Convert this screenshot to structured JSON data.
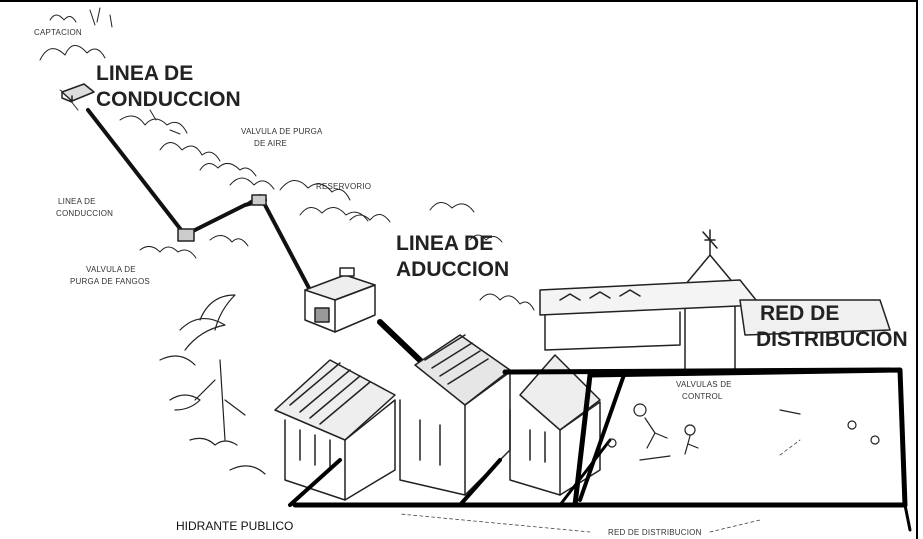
{
  "labels": {
    "captacion": "CAPTACION",
    "linea_conduccion_big_1": "LINEA DE",
    "linea_conduccion_big_2": "CONDUCCION",
    "valvula_purga_aire_1": "VALVULA DE PURGA",
    "valvula_purga_aire_2": "DE AIRE",
    "reservorio": "RESERVORIO",
    "linea_conduccion_small_1": "LINEA DE",
    "linea_conduccion_small_2": "CONDUCCION",
    "valvula_purga_lodos_1": "VALVULA DE",
    "valvula_purga_lodos_2": "PURGA DE FANGOS",
    "linea_aduccion_1": "LINEA DE",
    "linea_aduccion_2": "ADUCCION",
    "red_distribucion_1": "RED DE",
    "red_distribucion_2": "DISTRIBUCION",
    "valvulas_control_1": "VALVULAS DE",
    "valvulas_control_2": "CONTROL",
    "hidrante_publico": "HIDRANTE PUBLICO",
    "red_distribucion_small": "RED DE DISTRIBUCION"
  },
  "colors": {
    "ink": "#1a1a1a",
    "pipe": "#000000",
    "paper": "#ffffff"
  }
}
